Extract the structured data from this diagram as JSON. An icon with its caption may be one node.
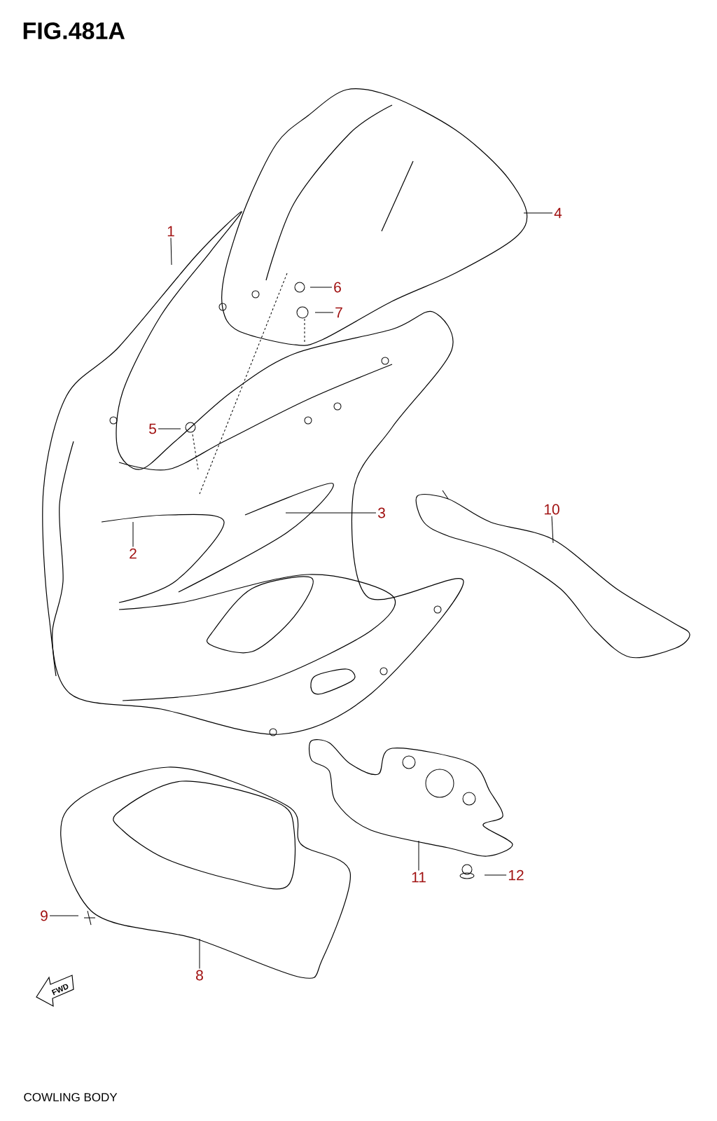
{
  "diagram": {
    "title": "FIG.481A",
    "caption": "COWLING BODY",
    "nodes": [
      {
        "text": [
          "1"
        ]
      },
      {
        "text": [
          "2"
        ]
      },
      {
        "text": [
          "3"
        ]
      },
      {
        "text": [
          "4"
        ]
      },
      {
        "text": [
          "5"
        ]
      },
      {
        "text": [
          "6"
        ]
      },
      {
        "text": [
          "7"
        ]
      },
      {
        "text": [
          "8"
        ]
      },
      {
        "text": [
          "9"
        ]
      },
      {
        "text": [
          "10"
        ]
      },
      {
        "text": [
          "11"
        ]
      },
      {
        "text": [
          "12"
        ]
      }
    ],
    "edges": [
      {
        "from": 0,
        "to": null,
        "arrow": "none"
      },
      {
        "from": 1,
        "to": null,
        "arrow": "none"
      },
      {
        "from": 2,
        "to": null,
        "arrow": "none"
      },
      {
        "from": 3,
        "to": null,
        "arrow": "none"
      },
      {
        "from": 4,
        "to": null,
        "arrow": "none"
      },
      {
        "from": 5,
        "to": null,
        "arrow": "none"
      },
      {
        "from": 6,
        "to": null,
        "arrow": "none"
      },
      {
        "from": 7,
        "to": null,
        "arrow": "none"
      },
      {
        "from": 8,
        "to": null,
        "arrow": "none"
      },
      {
        "from": 9,
        "to": null,
        "arrow": "none"
      },
      {
        "from": 10,
        "to": null,
        "arrow": "none"
      },
      {
        "from": 11,
        "to": null,
        "arrow": "none"
      }
    ],
    "labels": [
      "FWD"
    ]
  }
}
